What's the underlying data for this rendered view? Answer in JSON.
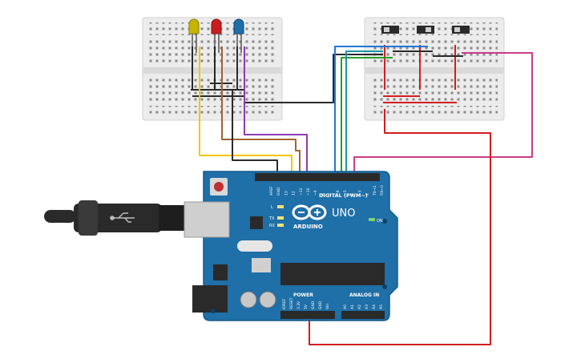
{
  "board": {
    "brand": "ARDUINO",
    "model": "UNO",
    "digital_header": "DIGITAL (PWM~)",
    "power_header": "POWER",
    "analog_header": "ANALOG IN",
    "on_label": "ON",
    "l_label": "L",
    "tx_label": "TX",
    "rx_label": "RX",
    "digital_pins": [
      "AREF",
      "GND",
      "13",
      "12",
      "~11",
      "~10",
      "~9",
      "8",
      "7",
      "~6",
      "~5",
      "4",
      "~3",
      "2",
      "TX→1",
      "RX←0"
    ],
    "power_pins": [
      "IOREF",
      "RESET",
      "3.3V",
      "5V",
      "GND",
      "GND",
      "Vin"
    ],
    "analog_pins": [
      "A0",
      "A1",
      "A2",
      "A3",
      "A4",
      "A5"
    ]
  },
  "components": {
    "leds": [
      {
        "name": "led-yellow",
        "color": "#c8b400"
      },
      {
        "name": "led-red",
        "color": "#c81e1e"
      },
      {
        "name": "led-blue",
        "color": "#1e6eaa"
      }
    ],
    "switches": 3
  },
  "wire_colors": {
    "yellow": "#f0c800",
    "brown": "#a0642d",
    "black": "#2a2a2a",
    "purple": "#8c3cb4",
    "green": "#28a028",
    "teal": "#1e96aa",
    "blue": "#1e78dc",
    "magenta": "#c83c8c",
    "red": "#d21e1e"
  }
}
